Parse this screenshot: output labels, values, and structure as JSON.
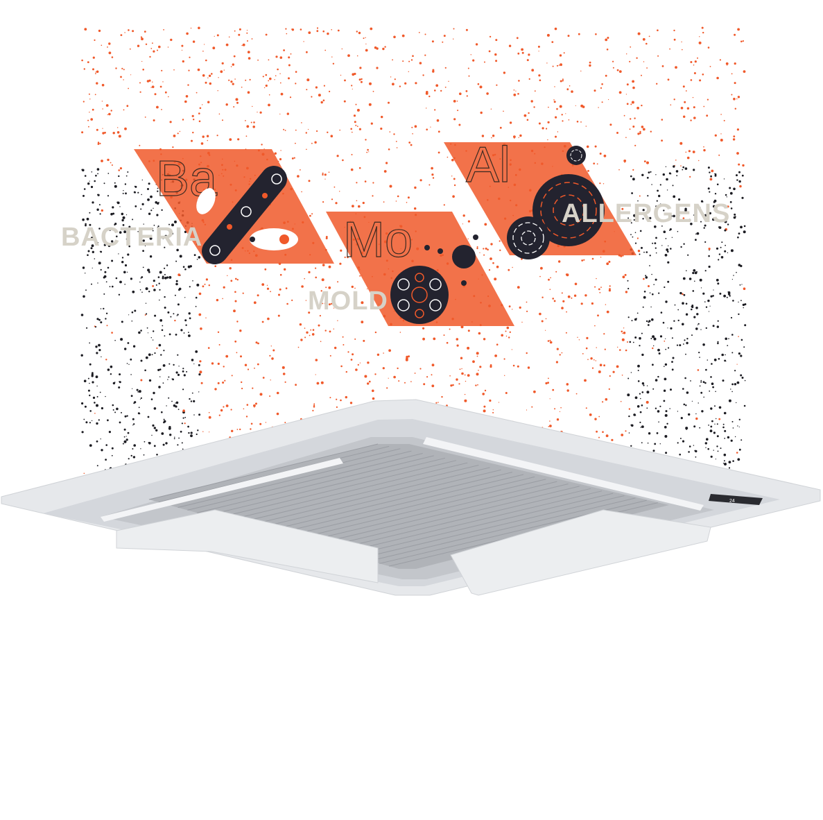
{
  "labels": {
    "bacteria": "BACTERIA",
    "mold": "MOLD",
    "allergens": "ALLERGENS"
  },
  "symbols": {
    "bacteria": "Ba",
    "mold": "Mo",
    "allergens": "Al"
  },
  "colors": {
    "accent": "#f0592a",
    "dark": "#23232f",
    "label": "#d6d2c8",
    "unit": "#e9eaec"
  }
}
